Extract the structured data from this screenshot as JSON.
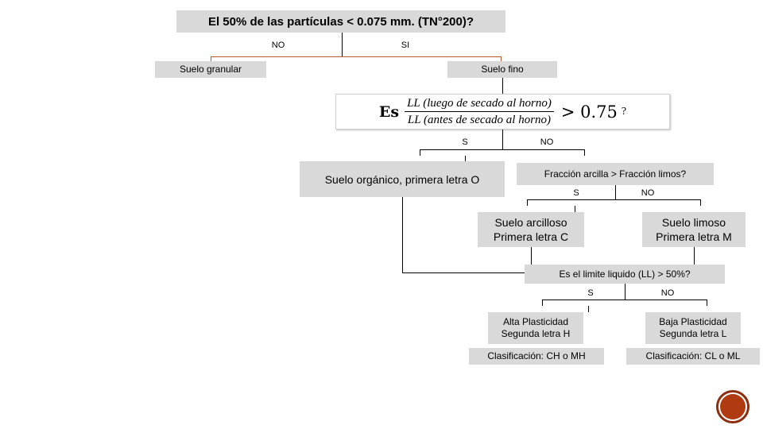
{
  "diagram": {
    "title": "El 50% de las partículas < 0.075 mm. (TN°200)?",
    "nodes": {
      "suelo_granular": "Suelo granular",
      "suelo_fino": "Suelo fino",
      "suelo_organico": "Suelo orgánico, primera letra O",
      "fraccion": "Fracción arcilla > Fracción limos?",
      "suelo_arcilloso": "Suelo arcilloso\nPrimera letra C",
      "suelo_limoso": "Suelo limoso\nPrimera letra M",
      "limite_liquido": "Es el limite liquido (LL) > 50%?",
      "alta_plasticidad": "Alta Plasticidad\nSegunda letra H",
      "baja_plasticidad": "Baja Plasticidad\nSegunda letra L",
      "clas_ch_mh": "Clasificación: CH o MH",
      "clas_cl_ml": "Clasificación: CL o ML"
    },
    "formula": {
      "es": "Es",
      "numerator": "LL (luego de secado al horno)",
      "denominator": "LL (antes de secado al horno)",
      "comparator": "> 0.75",
      "question": "?"
    },
    "edge_labels": {
      "top_no": "NO",
      "top_si": "SI",
      "formula_s": "S",
      "formula_no": "NO",
      "fraccion_s": "S",
      "fraccion_no": "NO",
      "ll_s": "S",
      "ll_no": "NO"
    },
    "colors": {
      "node_fill": "#d9d9d9",
      "line": "#000000",
      "accent_line": "#b25b2c",
      "logo": "#b03a12",
      "logo_ring": "#8c2f10"
    },
    "logo": "circle-logo"
  }
}
